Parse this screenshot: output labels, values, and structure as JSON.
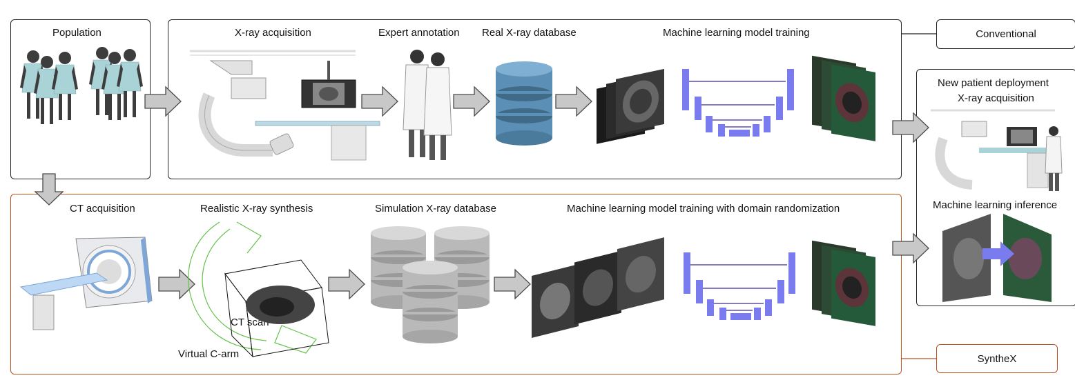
{
  "labels": {
    "population": "Population",
    "xray_acquisition": "X-ray acquisition",
    "expert_annotation": "Expert annotation",
    "real_db": "Real X-ray database",
    "ml_training": "Machine learning model training",
    "conventional": "Conventional",
    "ct_acquisition": "CT acquisition",
    "realistic_synthesis": "Realistic X-ray synthesis",
    "sim_db": "Simulation X-ray database",
    "ml_training_dr": "Machine learning model training with domain randomization",
    "ct_scan": "CT scan",
    "virtual_carm": "Virtual C-arm",
    "new_patient": "New patient deployment",
    "deploy_xray": "X-ray acquisition",
    "ml_inference": "Machine learning inference",
    "synthex": "SyntheX"
  },
  "colors": {
    "black_border": "#222222",
    "orange_border": "#b9531e",
    "arrow_fill": "#c8c8c8",
    "arrow_stroke": "#4a4a4a",
    "unet_blue": "#7b7bf0",
    "unet_line": "#3a2aa0",
    "db_blue": "#5b8fb5",
    "db_gray": "#b9b9b9",
    "gown": "#a9d3d6",
    "skin": "#3d3d3d",
    "carm_green": "#63c24b"
  }
}
